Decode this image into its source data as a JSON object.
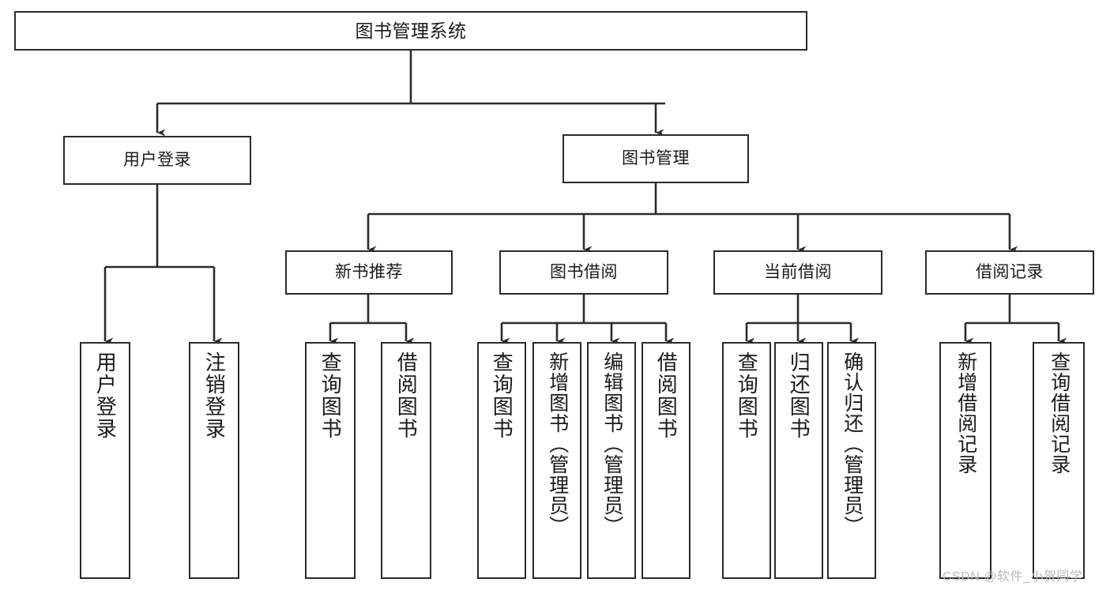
{
  "diagram": {
    "title": "图书管理系统",
    "type": "hierarchy-tree",
    "watermark": "CSDN @软件_小贺同学",
    "colors": {
      "background": "#ffffff",
      "box_border": "#2b2b2b",
      "box_fill": "#ffffff",
      "connector": "#2b2b2b",
      "text": "#1a1a1a",
      "watermark": "#b9b9b9"
    },
    "root": {
      "label": "图书管理系统"
    },
    "level2": [
      {
        "label": "用户登录"
      },
      {
        "label": "图书管理"
      }
    ],
    "level3": [
      {
        "label": "新书推荐"
      },
      {
        "label": "图书借阅"
      },
      {
        "label": "当前借阅"
      },
      {
        "label": "借阅记录"
      }
    ],
    "leaves": {
      "user_login": [
        {
          "label": "用户登录"
        },
        {
          "label": "注销登录"
        }
      ],
      "new_book_recommend": [
        {
          "label": "查询图书"
        },
        {
          "label": "借阅图书"
        }
      ],
      "book_borrow": [
        {
          "label": "查询图书"
        },
        {
          "label": "新增图书（管理员）"
        },
        {
          "label": "编辑图书（管理员）"
        },
        {
          "label": "借阅图书"
        }
      ],
      "current_borrow": [
        {
          "label": "查询图书"
        },
        {
          "label": "归还图书"
        },
        {
          "label": "确认归还（管理员）"
        }
      ],
      "borrow_record": [
        {
          "label": "新增借阅记录"
        },
        {
          "label": "查询借阅记录"
        }
      ]
    }
  }
}
